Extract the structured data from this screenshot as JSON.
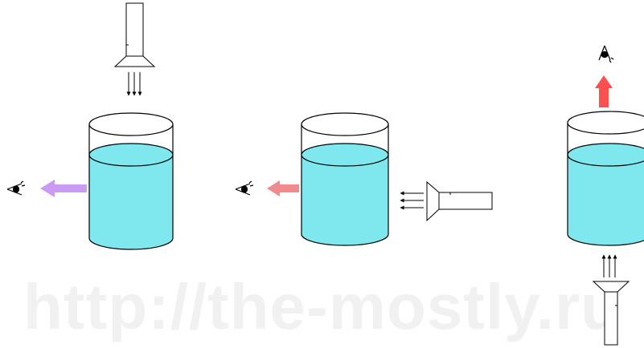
{
  "watermark": {
    "text": "http://the-mostly.ru"
  },
  "colors": {
    "liquid": "#7ee8ee",
    "outline": "#000000",
    "arrow_side_left": "#c99bf3",
    "arrow_side_middle": "#f08a8f",
    "arrow_up_right": "#ff4f4f"
  },
  "panels": [
    {
      "name": "left",
      "light_source": "flashlight-from-top",
      "observer": "eye-left",
      "observed_arrow_color": "arrow_side_left"
    },
    {
      "name": "middle",
      "light_source": "flashlight-from-right",
      "observer": "eye-left",
      "observed_arrow_color": "arrow_side_middle"
    },
    {
      "name": "right",
      "light_source": "flashlight-from-bottom",
      "observer": "eye-top",
      "observed_arrow_color": "arrow_up_right"
    }
  ]
}
